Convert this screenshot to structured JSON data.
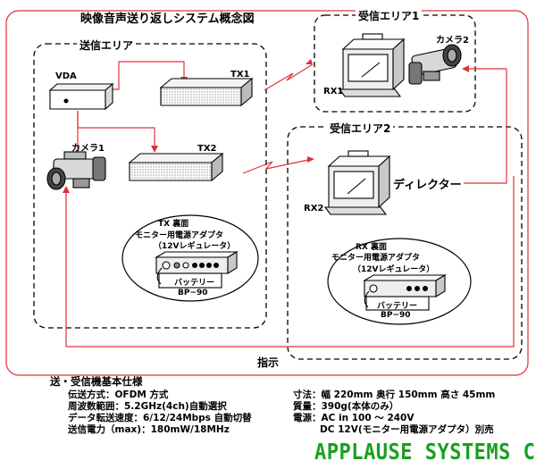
{
  "title": "映像音声送り返しシステム概念図",
  "zones": {
    "tx": "送信エリア",
    "rx1": "受信エリア1",
    "rx2": "受信エリア2"
  },
  "devices": {
    "vda": "VDA",
    "tx1": "TX1",
    "tx2": "TX2",
    "camera1": "カメラ1",
    "camera2": "カメラ2",
    "rx1": "RX1",
    "rx2": "RX2",
    "director": "ディレクター"
  },
  "tx_back": {
    "heading": "TX 裏面",
    "line2": "モニター用電源アダプタ",
    "line3": "（12Vレギュレータ）",
    "battery": "バッテリー",
    "model": "BP−90"
  },
  "rx_back": {
    "heading": "RX 裏面",
    "line2": "モニター用電源アダプタ",
    "line3": "（12Vレギュレータ）",
    "battery": "バッテリー",
    "model": "BP−90"
  },
  "instruction_label": "指示",
  "specs": {
    "heading": "送・受信機基本仕様",
    "left": [
      "伝送方式：OFDM 方式",
      "周波数範囲：5.2GHz(4ch)自動選択",
      "データ転送速度：6/12/24Mbps 自動切替",
      "送信電力（max)：180mW/18MHz"
    ],
    "right": [
      "寸法：幅 220mm 奥行 150mm 高さ 45mm",
      "質量：390g(本体のみ）",
      "電源：AC in 100 〜 240V",
      "DC 12V(モニター用電源アダプタ）別売"
    ]
  },
  "brand": "APPLAUSE SYSTEMS Co.",
  "colors": {
    "signal_line": "#e0303a",
    "brand": "#18a01e",
    "outline": "#000000"
  }
}
